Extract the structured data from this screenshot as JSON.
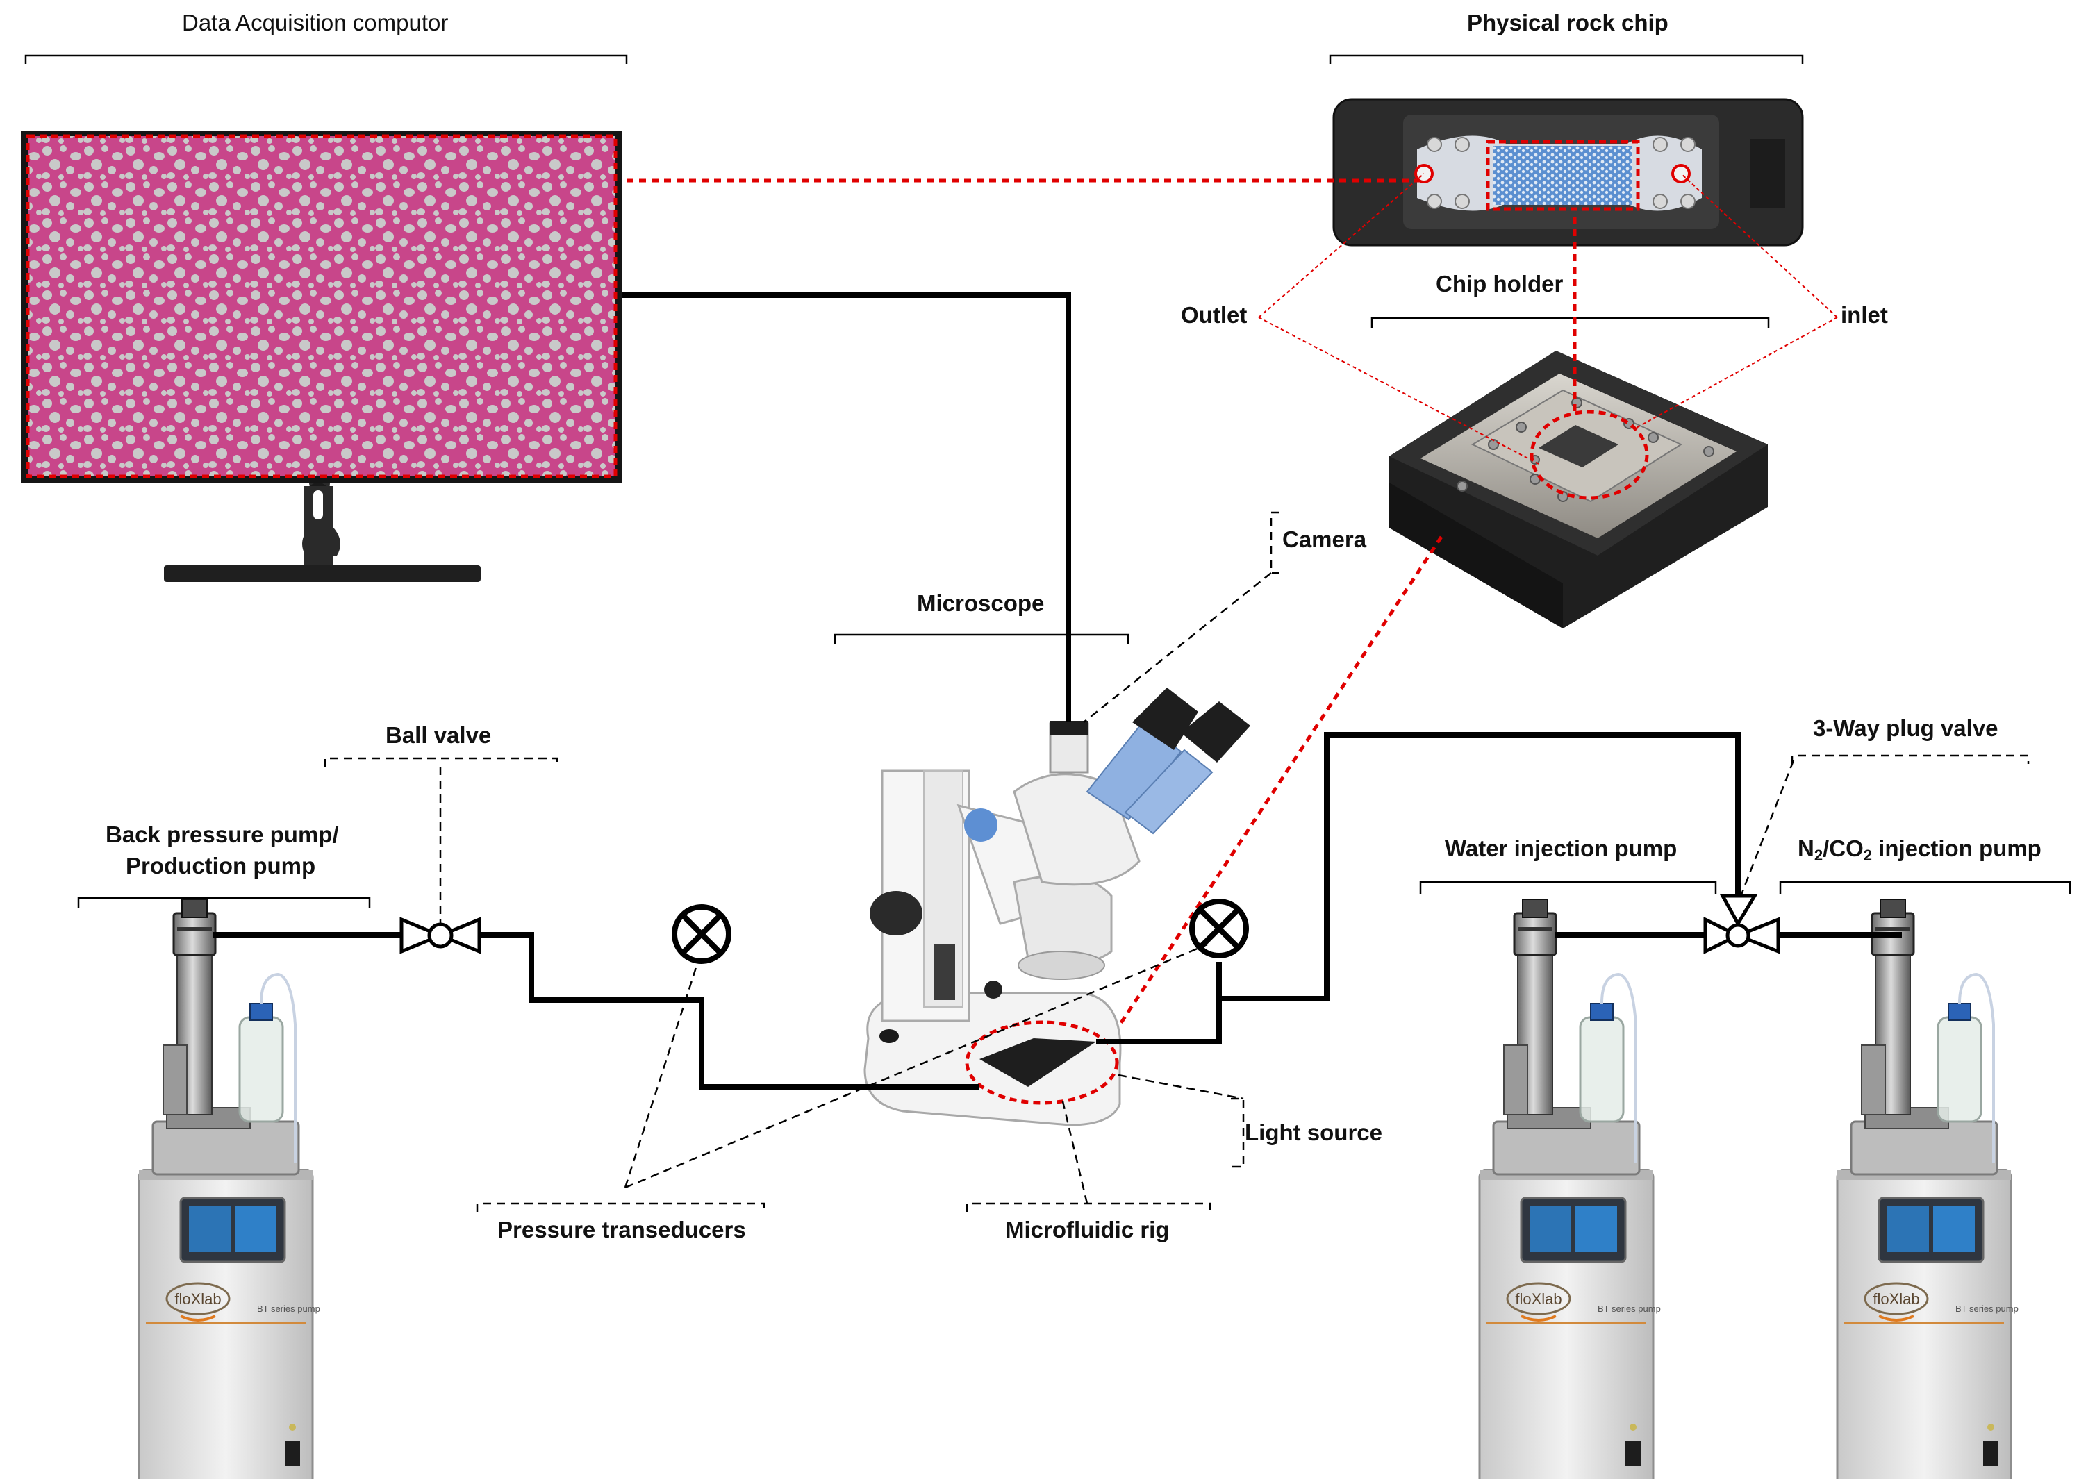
{
  "labels": {
    "data_acquisition": "Data Acquisition computor",
    "physical_rock_chip": "Physical rock chip",
    "chip_holder": "Chip holder",
    "outlet": "Outlet",
    "inlet": "inlet",
    "camera": "Camera",
    "microscope": "Microscope",
    "ball_valve": "Ball valve",
    "back_pressure_line1": "Back pressure pump/",
    "back_pressure_line2": "Production pump",
    "three_way_valve": "3-Way plug valve",
    "water_pump": "Water injection pump",
    "gas_pump_prefix": "N",
    "gas_pump_sub1": "2",
    "gas_pump_mid": "/CO",
    "gas_pump_sub2": "2",
    "gas_pump_suffix": " injection pump",
    "light_source": "Light source",
    "pressure_transducers": "Pressure transeducers",
    "microfluidic_rig": "Microfluidic rig",
    "pump_brand": "floXlab",
    "pump_series": "BT series pump"
  },
  "colors": {
    "line": "#000000",
    "dashed_link": "#e00000",
    "monitor_fill": "#c8468a",
    "grain": "#c9c9c9",
    "chip_body": "#2b2b2b",
    "pump_body": "#e6e6e6"
  }
}
